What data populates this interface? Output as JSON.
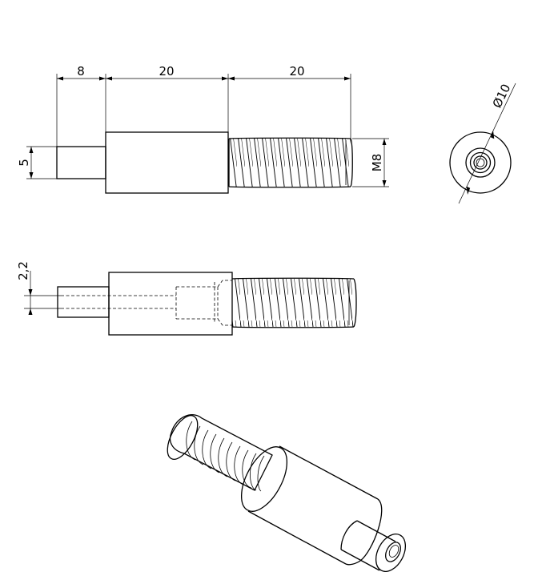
{
  "dimensions": {
    "pin_length": "8",
    "body_length": "20",
    "thread_length": "20",
    "pin_diameter": "5",
    "thread_size": "M8",
    "outer_diameter": "Ø10",
    "bore_diameter": "2,2"
  },
  "colors": {
    "line": "#000000",
    "background": "#ffffff"
  }
}
